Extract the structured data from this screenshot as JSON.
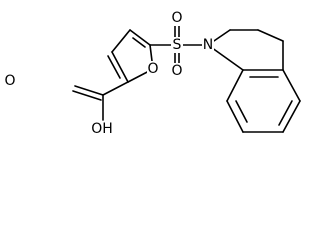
{
  "molecule": {
    "atoms": {
      "o_furan": "O",
      "s_sulfonyl": "S",
      "o_sulfonyl_top": "O",
      "o_sulfonyl_bottom": "O",
      "n_ring": "N",
      "o_carbonyl": "O",
      "oh_acid": "OH"
    }
  },
  "colors": {
    "bond": "#000000",
    "label": "#000000",
    "background": "#ffffff"
  }
}
